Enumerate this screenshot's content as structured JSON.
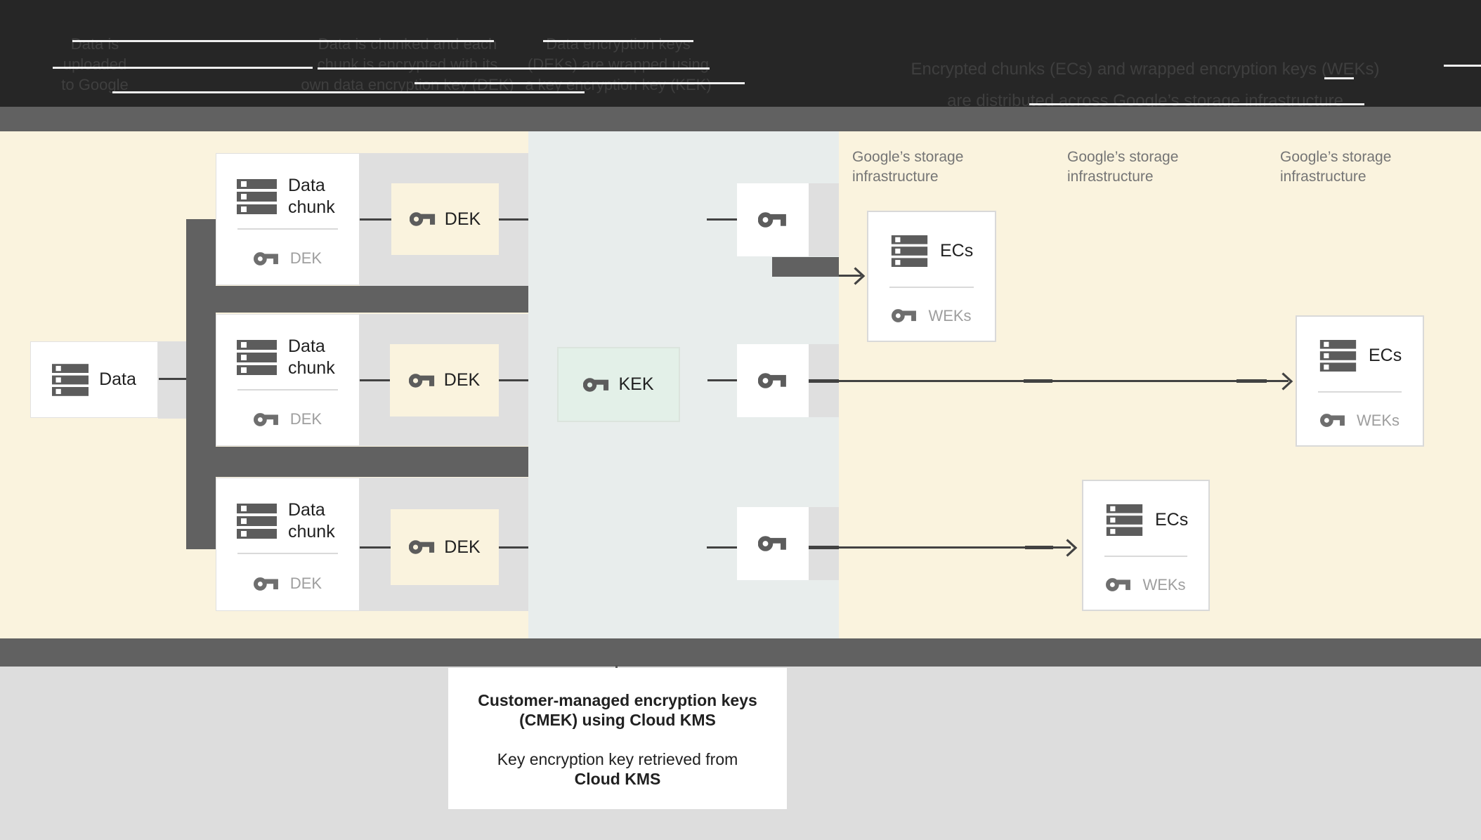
{
  "header": {
    "columns": [
      {
        "l1": "Data is",
        "l2": "uploaded",
        "l3": "to Google"
      },
      {
        "l1": "Data is chunked and each",
        "l2": "chunk is encrypted with its",
        "l3": "own data encryption key (DEK)"
      },
      {
        "l1": "Data encryption keys",
        "l2": "(DEKs) are wrapped using",
        "l3": "a key encryption key (KEK)"
      },
      {
        "l1": "Encrypted chunks (ECs) and wrapped encryption keys (WEKs)",
        "l2": "are distributed across Google’s storage infrastructure",
        "l3": ""
      }
    ]
  },
  "diagram": {
    "data_label": "Data",
    "chunk_line1": "Data",
    "chunk_line2": "chunk",
    "dek_label": "DEK",
    "kek_label": "KEK",
    "ecs_label": "ECs",
    "weks_label": "WEKs",
    "infra_line1": "Google’s storage",
    "infra_line2": "infrastructure"
  },
  "caption": {
    "line1": "Customer-managed encryption keys",
    "line2": "(CMEK) using Cloud KMS",
    "line3": "Key encryption key retrieved from",
    "line4": "Cloud KMS"
  },
  "colors": {
    "header_bg": "#262626",
    "gray_bar": "#616161",
    "cream_bg": "#FAF3DE",
    "kms_column_bg": "#E8EDEC",
    "zone_gray": "#DFDFDF",
    "kek_fill": "#E3F0E8",
    "kek_border": "#DBE4DD",
    "footer_bg": "#DDDDDD",
    "card_bg": "#FFFFFF",
    "icon_gray": "#5C5C5C",
    "muted_text": "#9E9E9E",
    "dark_text": "#212121",
    "infra_text": "#757575",
    "line_color": "#424242"
  }
}
